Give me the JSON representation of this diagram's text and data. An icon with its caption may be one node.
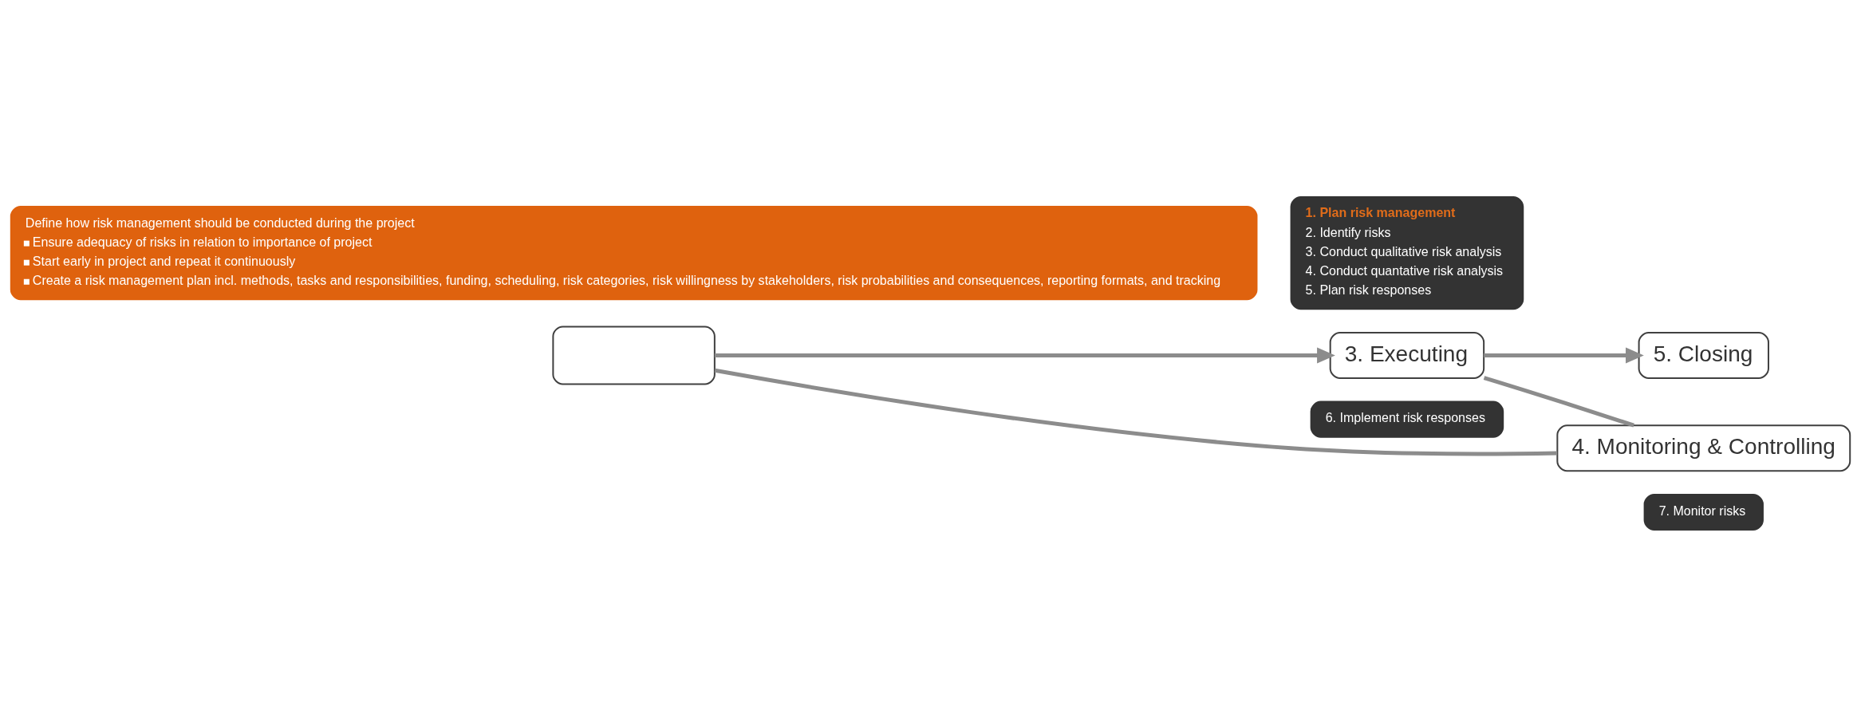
{
  "diagram": {
    "nodes": [
      {
        "text": [],
        "shape": "box"
      },
      {
        "text": [
          "Define how risk management should be conducted during the project",
          "Ensure adequacy of risks in relation to importance of project",
          "Start early in project and repeat it continuously",
          "Create a risk management plan incl. methods, tasks and responsibilities, funding, scheduling, risk categories, risk willingness by stakeholders, risk probabilities and consequences, reporting formats, and tracking"
        ]
      },
      {
        "text": [
          "1. Plan risk management",
          "2. Identify risks",
          "3. Conduct qualitative risk analysis",
          "4. Conduct quantative risk analysis",
          "5. Plan risk responses"
        ]
      },
      {
        "text": [
          "3. Executing"
        ]
      },
      {
        "text": [
          "6. Implement risk responses"
        ]
      },
      {
        "text": [
          "5. Closing"
        ]
      },
      {
        "text": [
          "4. Monitoring & Controlling"
        ]
      },
      {
        "text": [
          "7. Monitor risks"
        ]
      }
    ],
    "edges": [
      {
        "from": 0,
        "to": 3,
        "arrow": "to"
      },
      {
        "from": 3,
        "to": 5,
        "arrow": "to"
      },
      {
        "from": 3,
        "to": 6,
        "arrow": "none"
      },
      {
        "from": 6,
        "to": 0,
        "arrow": "none"
      }
    ]
  }
}
